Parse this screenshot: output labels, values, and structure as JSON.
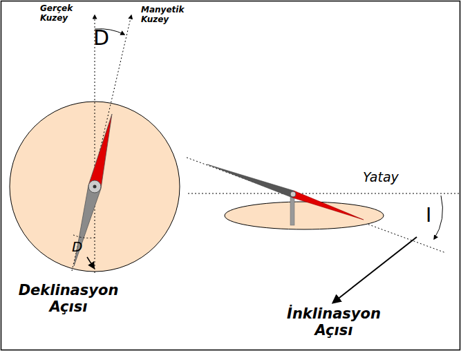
{
  "diagram": {
    "labels": [
      "Gerçek Kuzey",
      "Manyetik Kuzey",
      "D",
      "D",
      "Deklinasyon Açısı",
      "Yatay",
      "I",
      "İnklinasyon Açısı"
    ]
  }
}
